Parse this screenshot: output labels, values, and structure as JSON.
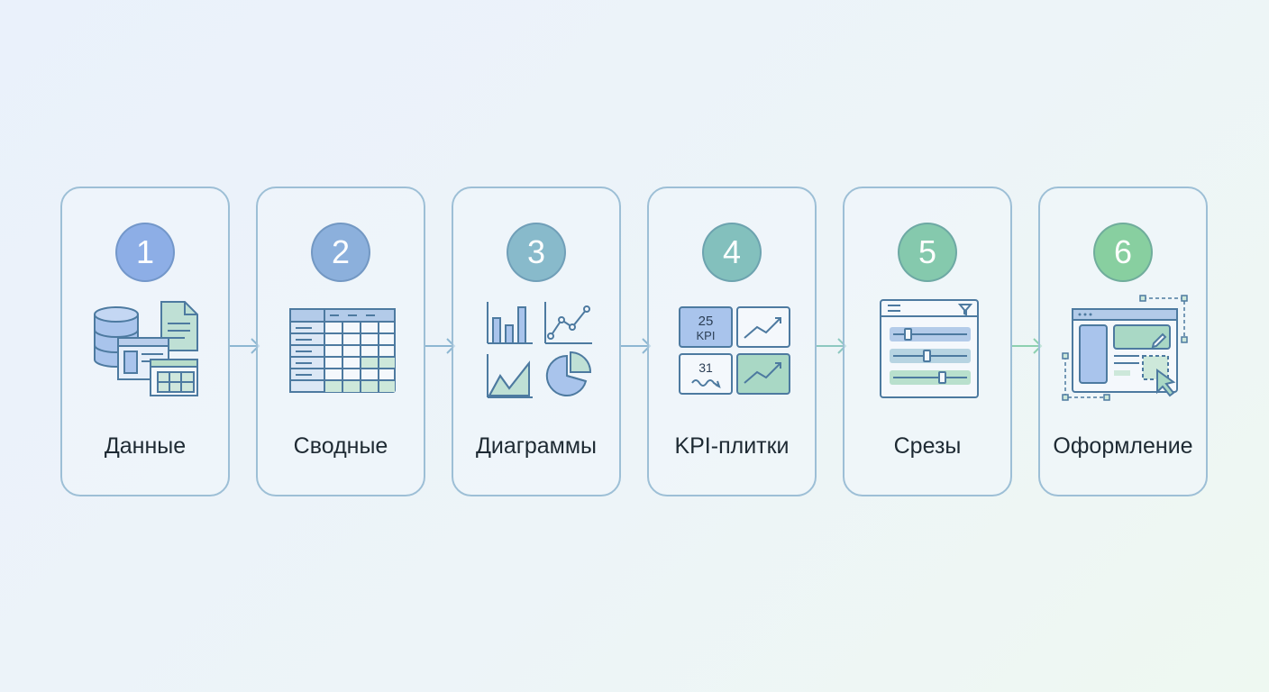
{
  "steps": [
    {
      "number": "1",
      "label": "Данные",
      "icon": "database-document-table-icon",
      "color": "#8daee6"
    },
    {
      "number": "2",
      "label": "Сводные",
      "icon": "pivot-table-icon",
      "color": "#8cb0dc"
    },
    {
      "number": "3",
      "label": "Диаграммы",
      "icon": "charts-icon",
      "color": "#88bacb"
    },
    {
      "number": "4",
      "label": "KPI-плитки",
      "icon": "kpi-tiles-icon",
      "color": "#83c0bd"
    },
    {
      "number": "5",
      "label": "Срезы",
      "icon": "slicers-icon",
      "color": "#85c9ad"
    },
    {
      "number": "6",
      "label": "Оформление",
      "icon": "design-layout-icon",
      "color": "#88cfa0"
    }
  ],
  "tiles": {
    "kpi_top_value": "25",
    "kpi_top_caption": "KPI",
    "kpi_bottom_value": "31"
  }
}
